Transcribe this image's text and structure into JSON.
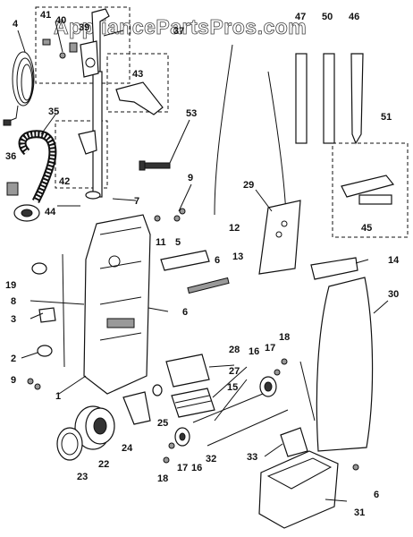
{
  "watermark": "AppliancePartsPros.com",
  "callouts": [
    "4",
    "41",
    "40",
    "39",
    "37",
    "43",
    "35",
    "53",
    "47",
    "50",
    "46",
    "51",
    "9",
    "36",
    "42",
    "44",
    "7",
    "29",
    "45",
    "19",
    "11",
    "5",
    "12",
    "6",
    "13",
    "14",
    "30",
    "8",
    "3",
    "2",
    "6",
    "9",
    "28",
    "27",
    "16",
    "17",
    "18",
    "1",
    "25",
    "15",
    "24",
    "17",
    "22",
    "32",
    "23",
    "18",
    "16",
    "33",
    "31",
    "6"
  ],
  "icons": [
    "power-cord",
    "hose",
    "handle",
    "filter",
    "brush",
    "wheel",
    "motor",
    "bag-housing",
    "hood",
    "bag-cover"
  ]
}
